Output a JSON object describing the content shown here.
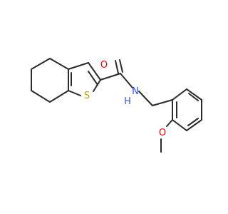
{
  "molecule": {
    "atoms": {
      "oxygen_carbonyl": {
        "symbol": "O",
        "color": "#ff0000"
      },
      "nitrogen_amide": {
        "symbol": "N",
        "color": "#3050f8"
      },
      "hydrogen_amide": {
        "symbol": "H",
        "color": "#3050f8"
      },
      "sulfur_thiophene": {
        "symbol": "S",
        "color": "#b8a000"
      },
      "oxygen_methoxy": {
        "symbol": "O",
        "color": "#ff0000"
      }
    },
    "bond_color": "#2b2b2b"
  }
}
